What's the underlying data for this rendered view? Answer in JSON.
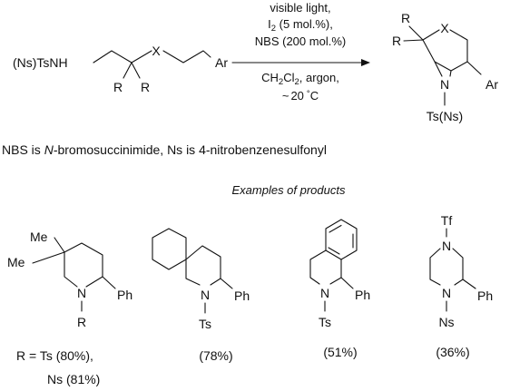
{
  "reaction": {
    "reactant": {
      "prefix": "(Ns)TsNH",
      "x_atom": "X",
      "ar": "Ar",
      "r1": "R",
      "r2": "R"
    },
    "conditions": {
      "line1": "visible light,",
      "line2_pre": "I",
      "line2_sub": "2",
      "line2_post": " (5 mol.%),",
      "line3": "NBS (200 mol.%)",
      "line4_a": "CH",
      "line4_sub1": "2",
      "line4_b": "Cl",
      "line4_sub2": "2",
      "line4_c": ", argon,",
      "line5_tilde": "~",
      "line5_val": "20",
      "line5_deg": "°",
      "line5_unit": "C"
    },
    "product": {
      "r1": "R",
      "r2": "R",
      "x_atom": "X",
      "n_atom": "N",
      "ar": "Ar",
      "n_sub": "Ts(Ns)"
    }
  },
  "note": {
    "part1": "NBS is ",
    "part2": "N",
    "part3": "-bromosuccinimide, Ns is 4-nitrobenzenesulfonyl"
  },
  "examples": {
    "heading": "Examples of products",
    "items": [
      {
        "me1": "Me",
        "me2": "Me",
        "n": "N",
        "ph": "Ph",
        "sub": "R",
        "yield_line1": "R = Ts (80%),",
        "yield_line2": "Ns (81%)"
      },
      {
        "n": "N",
        "ph": "Ph",
        "sub": "Ts",
        "yield": "(78%)"
      },
      {
        "n": "N",
        "ph": "Ph",
        "sub": "Ts",
        "yield": "(51%)"
      },
      {
        "n_top": "N",
        "top_sub": "Tf",
        "n": "N",
        "ph": "Ph",
        "sub": "Ns",
        "yield": "(36%)"
      }
    ]
  }
}
